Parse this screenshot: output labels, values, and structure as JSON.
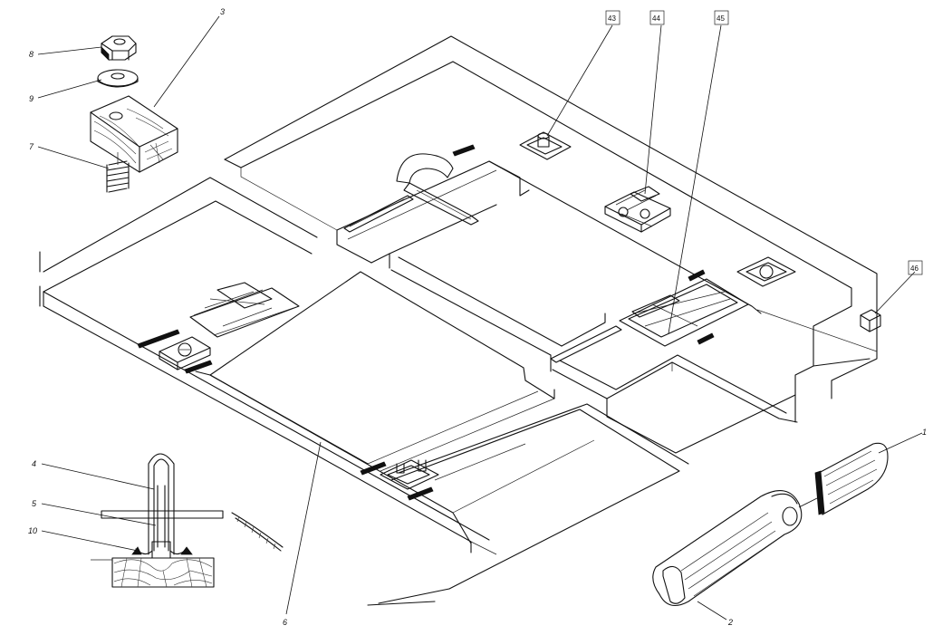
{
  "callouts": [
    {
      "id": "c8",
      "text": "8"
    },
    {
      "id": "c9",
      "text": "9"
    },
    {
      "id": "c7",
      "text": "7"
    },
    {
      "id": "c3",
      "text": "3"
    },
    {
      "id": "c4",
      "text": "4"
    },
    {
      "id": "c5",
      "text": "5"
    },
    {
      "id": "c10",
      "text": "10"
    },
    {
      "id": "c6",
      "text": "6"
    },
    {
      "id": "c1",
      "text": "1"
    },
    {
      "id": "c2",
      "text": "2"
    }
  ],
  "boxed_callouts": [
    {
      "id": "b43",
      "text": "43"
    },
    {
      "id": "b44",
      "text": "44"
    },
    {
      "id": "b45",
      "text": "45"
    },
    {
      "id": "b46",
      "text": "46"
    }
  ]
}
